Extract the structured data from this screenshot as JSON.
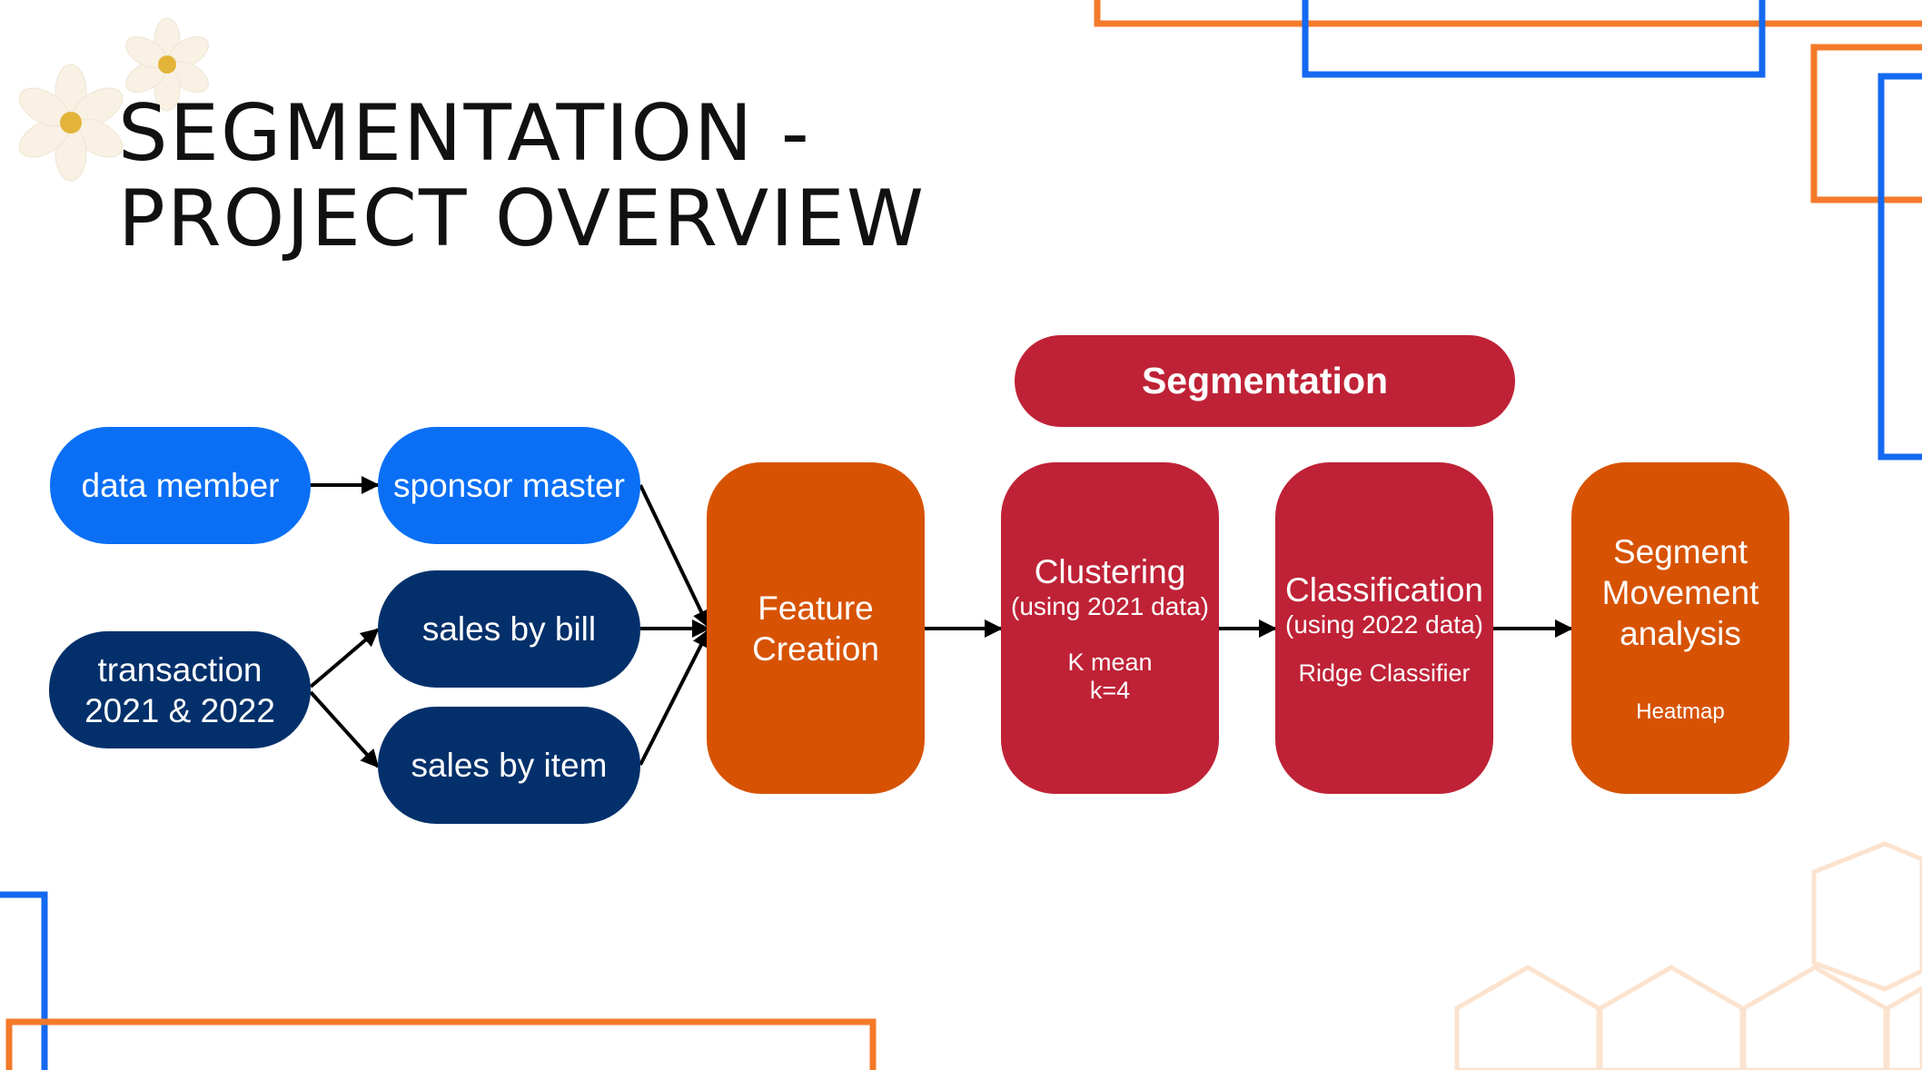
{
  "slide": {
    "title_line1": "SEGMENTATION -",
    "title_line2": "PROJECT OVERVIEW"
  },
  "diagram": {
    "segmentation_label": "Segmentation",
    "data_member": "data member",
    "sponsor_master": "sponsor master",
    "transaction_line1": "transaction",
    "transaction_line2": "2021 & 2022",
    "sales_by_bill": "sales by bill",
    "sales_by_item": "sales by item",
    "feature_line1": "Feature",
    "feature_line2": "Creation",
    "clustering": {
      "title": "Clustering",
      "subtitle": "(using 2021 data)",
      "method_line1": "K mean",
      "method_line2": "k=4"
    },
    "classification": {
      "title": "Classification",
      "subtitle": "(using 2022 data)",
      "method": "Ridge Classifier"
    },
    "movement": {
      "line1": "Segment",
      "line2": "Movement",
      "line3": "analysis",
      "note": "Heatmap"
    }
  },
  "colors": {
    "accent_blue": "#0a6ff5",
    "navy": "#03306b",
    "orange": "#d75303",
    "crimson": "#bf2236",
    "frame_orange": "#f47a2a",
    "frame_blue": "#1469f0",
    "flower_center": "#e2b43a"
  },
  "decor": {
    "flowers": "daisy-icon",
    "hexagons": "hexagon-outline-icon"
  }
}
